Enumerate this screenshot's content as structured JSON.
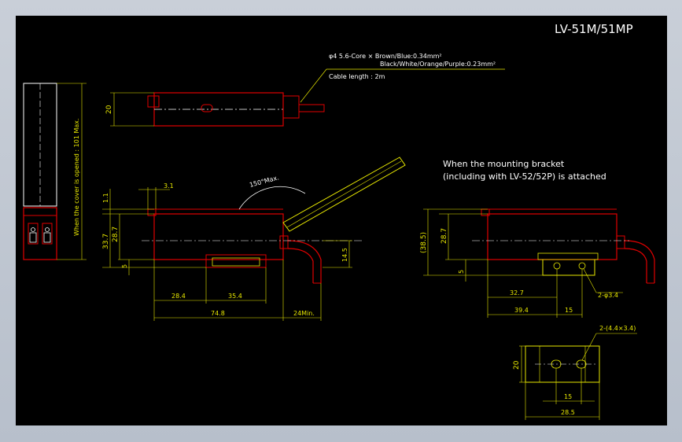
{
  "drawing": {
    "title": "LV-51M/51MP",
    "cable_spec_line1": "φ4 5.6-Core × Brown/Blue:0.34mm²",
    "cable_spec_line2": "Black/White/Orange/Purple:0.23mm²",
    "cable_length": "Cable length : 2m",
    "cover_note": "When the cover is opened : 101 Max.",
    "bracket_note_line1": "When the mounting bracket",
    "bracket_note_line2": "(including with LV-52/52P) is attached",
    "angle_label": "150°Max.",
    "dims": {
      "top_height": "20",
      "d_3_1": "3.1",
      "d_1_1": "1.1",
      "d_33_7": "33.7",
      "d_28_7": "28.7",
      "d_5": "5",
      "d_14_5": "14.5",
      "d_28_4": "28.4",
      "d_35_4": "35.4",
      "d_74_8": "74.8",
      "d_24min": "24Min.",
      "r_38_5": "(38.5)",
      "r_28_7": "28.7",
      "r_5": "5",
      "r_32_7": "32.7",
      "r_39_4": "39.4",
      "r_15": "15",
      "hole_34": "2-φ3.4",
      "b_20": "20",
      "slot": "2-(4.4×3.4)",
      "b_15": "15",
      "b_28_5": "28.5"
    }
  }
}
